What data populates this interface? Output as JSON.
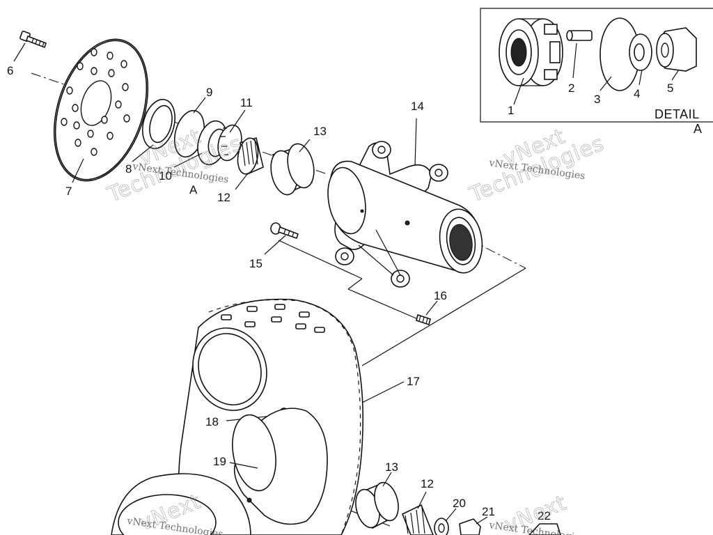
{
  "callouts": {
    "c1": "1",
    "c2": "2",
    "c3": "3",
    "c4": "4",
    "c5": "5",
    "c6": "6",
    "c7": "7",
    "c8": "8",
    "c9": "9",
    "c10": "10",
    "c11": "11",
    "c12a": "12",
    "c12b": "12",
    "c13a": "13",
    "c13b": "13",
    "c14": "14",
    "c15": "15",
    "c16": "16",
    "c17": "17",
    "c18": "18",
    "c19": "19",
    "c20": "20",
    "c21": "21",
    "c22": "22",
    "detail_ref": "A"
  },
  "detail": {
    "title_line1": "DETAIL",
    "title_line2": "A"
  },
  "watermark": {
    "company": "vNext Technologies",
    "word1": "vNext",
    "word2": "Technologies"
  }
}
